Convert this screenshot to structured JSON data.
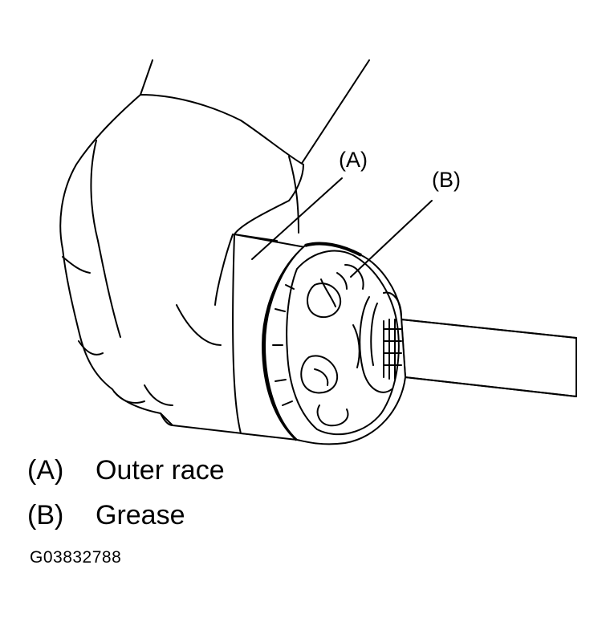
{
  "callouts": {
    "a": "(A)",
    "b": "(B)"
  },
  "legend": [
    {
      "key": "(A)",
      "text": "Outer race"
    },
    {
      "key": "(B)",
      "text": "Grease"
    }
  ],
  "figure_id": "G03832788"
}
